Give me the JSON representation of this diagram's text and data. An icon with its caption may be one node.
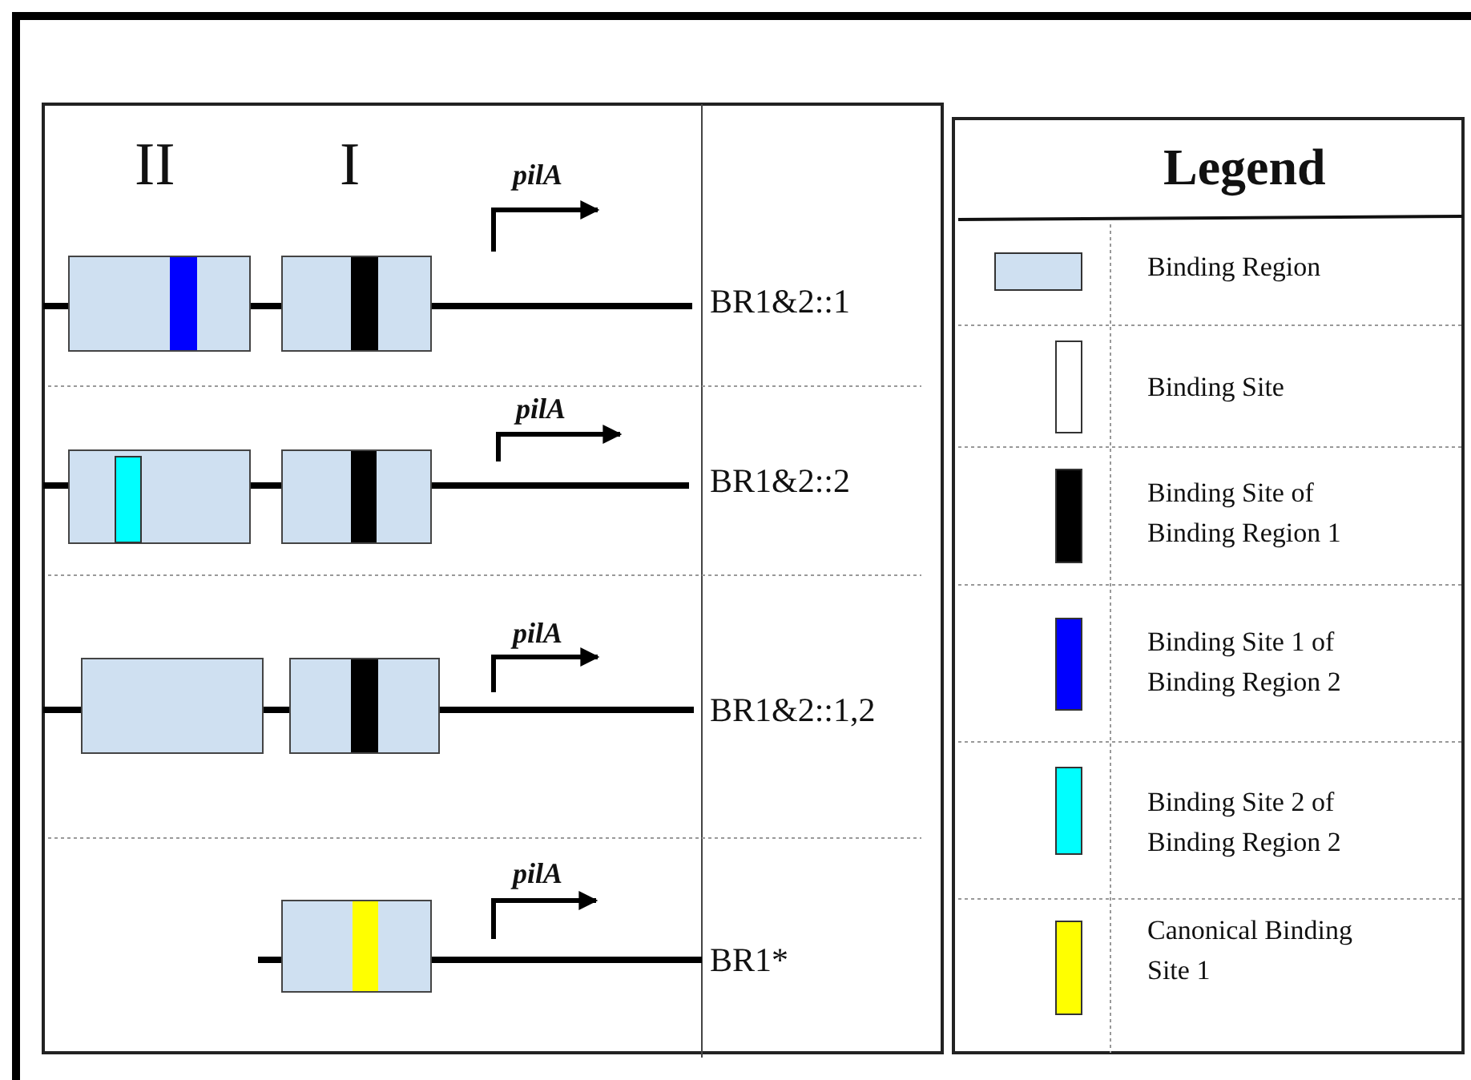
{
  "diagram": {
    "labels": [
      "II",
      "I",
      "pilA",
      "BR1&2::1",
      "pilA",
      "BR1&2::2",
      "pilA",
      "BR1&2::1,2",
      "pilA",
      "BR1*",
      "Legend"
    ],
    "legend": [
      {
        "text": "Binding Region",
        "color": "#cfe0f1"
      },
      {
        "text": "Binding Site",
        "color": "#ffffff"
      },
      {
        "text": "Binding Site of Binding Region 1",
        "color": "#000000"
      },
      {
        "text": "Binding Site 1 of Binding Region 2",
        "color": "#0000ff"
      },
      {
        "text": "Binding Site 2 of Binding Region 2",
        "color": "#00ffff"
      },
      {
        "text": "Canonical Binding Site 1",
        "color": "#ffff00"
      }
    ]
  }
}
